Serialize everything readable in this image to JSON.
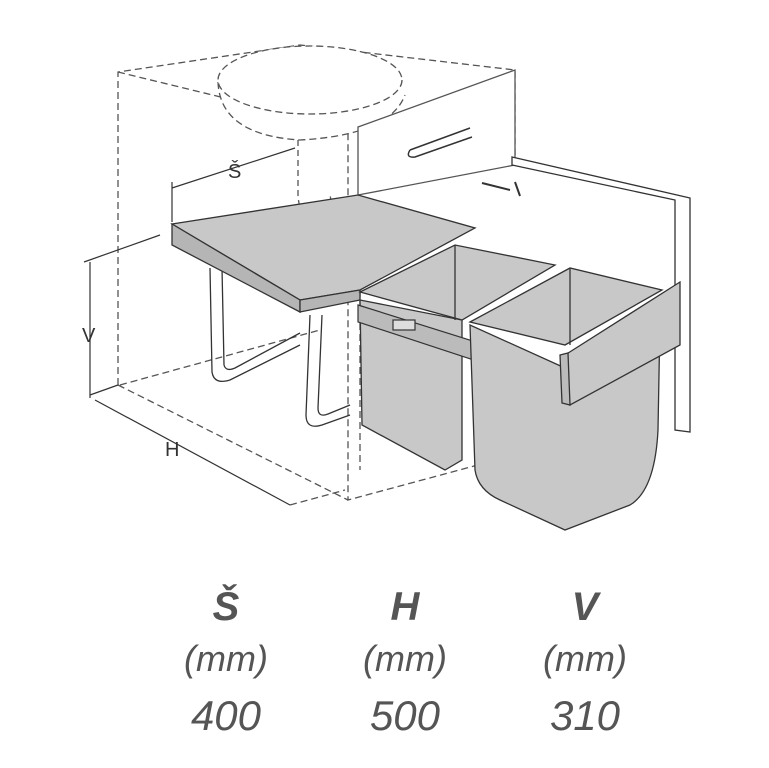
{
  "diagram": {
    "labels": {
      "width": "Š",
      "depth": "H",
      "height": "V"
    },
    "colors": {
      "fill": "#c8c8c8",
      "stroke": "#333333",
      "text": "#555555"
    }
  },
  "specs": [
    {
      "symbol": "Š",
      "unit": "(mm)",
      "value": "400"
    },
    {
      "symbol": "H",
      "unit": "(mm)",
      "value": "500"
    },
    {
      "symbol": "V",
      "unit": "(mm)",
      "value": "310"
    }
  ]
}
